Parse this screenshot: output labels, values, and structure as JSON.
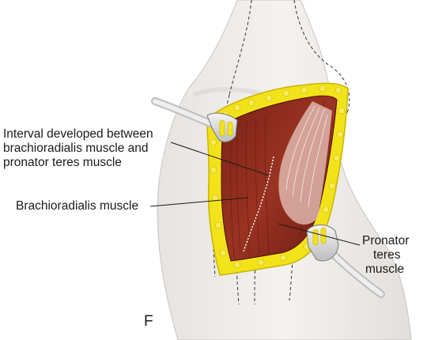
{
  "labels": {
    "interval": [
      "Interval developed between",
      "brachioradialis muscle and",
      "pronator teres muscle"
    ],
    "brachioradialis": "Brachioradialis muscle",
    "pronator": [
      "Pronator",
      "teres",
      "muscle"
    ],
    "panel": "F"
  },
  "colors": {
    "skin": "#f1efed",
    "skin_shadow": "#dcd8d4",
    "fat": "#f2e21a",
    "fat_edge": "#c9b400",
    "muscle": "#8c2a1c",
    "muscle_dark": "#5e150c",
    "tendon": "#e9c8c0",
    "retractor": "#d6d6d6",
    "line": "#1a1a1a"
  },
  "icons": [
    "retractor-upper",
    "retractor-lower"
  ]
}
